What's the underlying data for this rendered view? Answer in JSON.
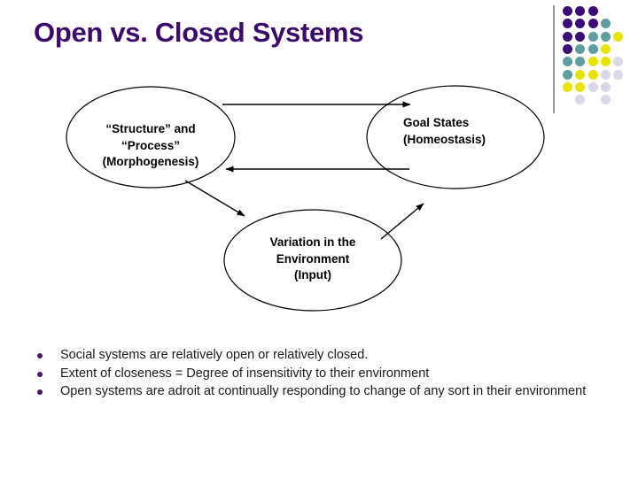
{
  "slide": {
    "title": "Open vs. Closed Systems",
    "title_color": "#3B0A6B",
    "background_color": "#ffffff"
  },
  "decoration": {
    "name": "dot-grid",
    "rule_color": "#9a9a9a",
    "colors": {
      "purple": "#3B0B77",
      "teal": "#5F9EA0",
      "yellow": "#E8E400",
      "lavender": "#D8D8E8"
    },
    "columns": 5,
    "rows": 8,
    "grid": [
      [
        "purple",
        "purple",
        "purple",
        "none",
        "none"
      ],
      [
        "purple",
        "purple",
        "purple",
        "teal",
        "none"
      ],
      [
        "purple",
        "purple",
        "teal",
        "teal",
        "yellow"
      ],
      [
        "purple",
        "teal",
        "teal",
        "yellow",
        "none"
      ],
      [
        "teal",
        "teal",
        "yellow",
        "yellow",
        "lavender"
      ],
      [
        "teal",
        "yellow",
        "yellow",
        "lavender",
        "lavender"
      ],
      [
        "yellow",
        "yellow",
        "lavender",
        "lavender",
        "none"
      ],
      [
        "none",
        "lavender",
        "none",
        "lavender",
        "none"
      ]
    ]
  },
  "diagram": {
    "nodes": [
      {
        "id": "structure-process",
        "label": "“Structure” and\n“Process”\n(Morphogenesis)",
        "shape": "ellipse"
      },
      {
        "id": "goal-states",
        "label": "Goal States\n(Homeostasis)",
        "shape": "ellipse"
      },
      {
        "id": "variation-environment",
        "label": "Variation in the\nEnvironment\n(Input)",
        "shape": "ellipse"
      }
    ],
    "edges": [
      {
        "from": "structure-process",
        "to": "goal-states",
        "direction": "right"
      },
      {
        "from": "goal-states",
        "to": "structure-process",
        "direction": "left"
      },
      {
        "from": "structure-process",
        "to": "variation-environment",
        "direction": "down-right"
      },
      {
        "from": "variation-environment",
        "to": "goal-states",
        "direction": "up-right"
      }
    ],
    "stroke_color": "#000000"
  },
  "bullets": {
    "marker_color": "#4B1370",
    "items": [
      "Social systems are relatively open or relatively closed.",
      "Extent of closeness = Degree of insensitivity to their environment",
      "Open systems are adroit at continually responding to change of any sort in their environment"
    ]
  }
}
